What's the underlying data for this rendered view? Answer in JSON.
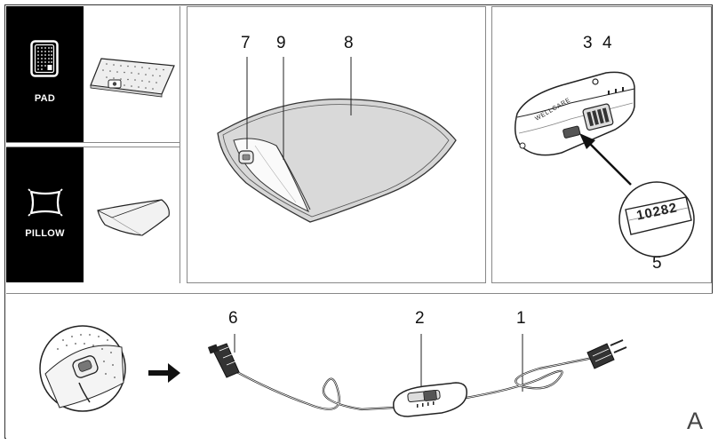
{
  "tabs": {
    "pad_label": "PAD",
    "pillow_label": "PILLOW"
  },
  "pillow_panel": {
    "callout_7": "7",
    "callout_9": "9",
    "callout_8": "8"
  },
  "controller_panel": {
    "callout_3": "3",
    "callout_4": "4",
    "callout_5": "5",
    "brand_text": "WELLCARE",
    "code_text": "10282"
  },
  "cord_panel": {
    "callout_6": "6",
    "callout_2": "2",
    "callout_1": "1"
  },
  "figure_letter": "A"
}
